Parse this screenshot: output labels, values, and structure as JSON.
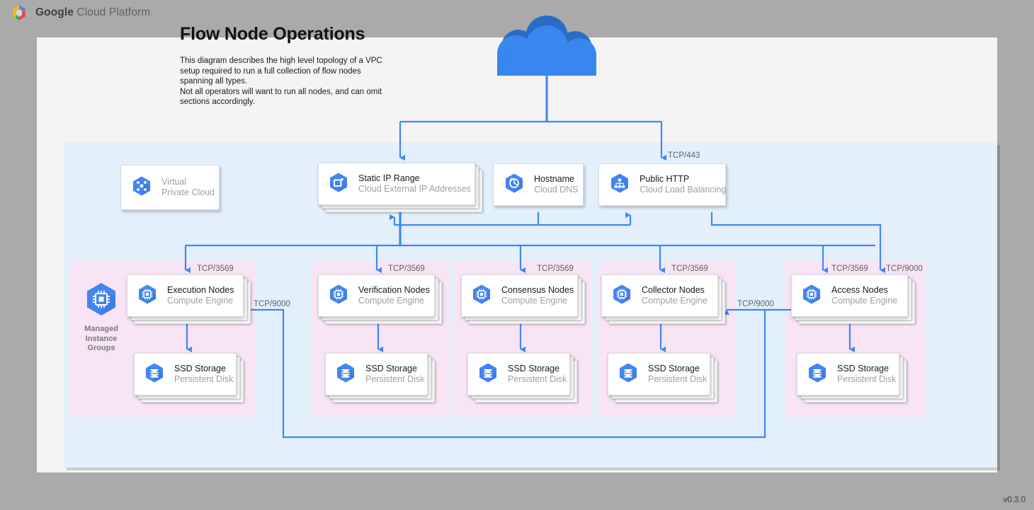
{
  "header": {
    "logo_icon": "google-cloud-hexagon-logo",
    "brand_strong": "Google",
    "brand_rest": " Cloud Platform"
  },
  "diagram": {
    "title": "Flow Node Operations",
    "description": "This diagram describes the high level topology of a VPC setup required to run a full collection of flow nodes spanning all types.\nNot all operators will want to run all nodes, and can omit sections accordingly.",
    "version": "v0.3.0",
    "internet_icon": "cloud-icon"
  },
  "colors": {
    "vpc_region": "#e3f0fc",
    "node_group": "#f8e4f4",
    "connector": "#4285f4",
    "gcp_blue": "#4285f4",
    "canvas": "#f4f4f4",
    "page_background": "#aaaaaa"
  },
  "top_nodes": [
    {
      "title": "Virtual",
      "subtitle": "Private Cloud",
      "icon": "virtual-private-cloud-icon",
      "stacked": false
    },
    {
      "title": "Static IP Range",
      "subtitle": "Cloud External IP Addresses",
      "icon": "static-ip-range-icon",
      "stacked": true
    },
    {
      "title": "Hostname",
      "subtitle": "Cloud DNS",
      "icon": "cloud-dns-icon",
      "stacked": false
    },
    {
      "title": "Public HTTP",
      "subtitle": "Cloud Load Balancing",
      "icon": "cloud-load-balancing-icon",
      "stacked": false
    }
  ],
  "node_groups": [
    {
      "group_name": "execution-node-group",
      "mig_label": "Managed\nInstance\nGroups",
      "mig_icon": "managed-instance-group-icon",
      "compute": {
        "title": "Execution Nodes",
        "subtitle": "Compute Engine",
        "icon": "compute-engine-icon"
      },
      "storage": {
        "title": "SSD Storage",
        "subtitle": "Persistent Disk",
        "icon": "persistent-disk-icon"
      },
      "ingress_port": "TCP/3569"
    },
    {
      "group_name": "verification-node-group",
      "compute": {
        "title": "Verification Nodes",
        "subtitle": "Compute Engine",
        "icon": "compute-engine-icon"
      },
      "storage": {
        "title": "SSD Storage",
        "subtitle": "Persistent Disk",
        "icon": "persistent-disk-icon"
      },
      "ingress_port": "TCP/3569"
    },
    {
      "group_name": "consensus-node-group",
      "compute": {
        "title": "Consensus Nodes",
        "subtitle": "Compute Engine",
        "icon": "compute-engine-icon"
      },
      "storage": {
        "title": "SSD Storage",
        "subtitle": "Persistent Disk",
        "icon": "persistent-disk-icon"
      },
      "ingress_port": "TCP/3569"
    },
    {
      "group_name": "collector-node-group",
      "compute": {
        "title": "Collector Nodes",
        "subtitle": "Compute Engine",
        "icon": "compute-engine-icon"
      },
      "storage": {
        "title": "SSD Storage",
        "subtitle": "Persistent Disk",
        "icon": "persistent-disk-icon"
      },
      "ingress_port": "TCP/3569"
    },
    {
      "group_name": "access-node-group",
      "compute": {
        "title": "Access Nodes",
        "subtitle": "Compute Engine",
        "icon": "compute-engine-icon"
      },
      "storage": {
        "title": "SSD Storage",
        "subtitle": "Persistent Disk",
        "icon": "persistent-disk-icon"
      },
      "ingress_port": "TCP/3569",
      "ingress_port_2": "TCP/9000"
    }
  ],
  "edge_labels": {
    "lb_ingress": "TCP/443",
    "access_to_collector": "TCP/9000",
    "access_to_execution": "TCP/9000"
  }
}
